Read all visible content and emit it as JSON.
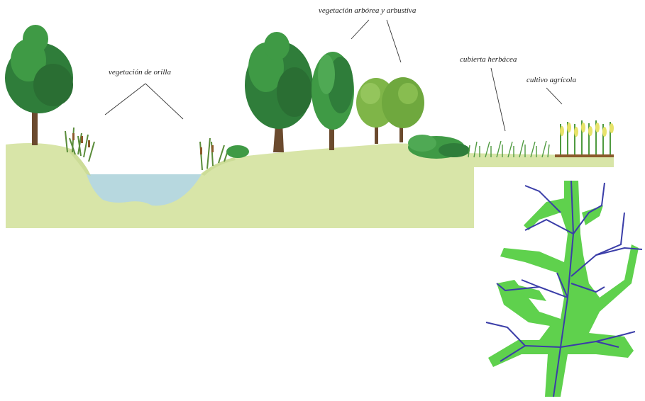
{
  "labels": {
    "shore_vegetation": "vegetación de orilla",
    "tree_shrub_vegetation": "vegetación arbórea y arbustiva",
    "herbaceous_cover": "cubierta herbácea",
    "agricultural_crop": "cultivo agrícola"
  },
  "colors": {
    "ground": "#d8e5a8",
    "water": "#b7d8df",
    "foliage_dark": "#2f7d3a",
    "foliage_mid": "#3f9a45",
    "shrub_light": "#7fb548",
    "trunk": "#6b4a2e",
    "buffer_green": "#5fd14d",
    "stream_blue": "#3a3da8",
    "crop_yellow": "#e7e36a"
  },
  "icons": {
    "tree": "tree-icon",
    "reeds": "reed-icon",
    "corn": "corn-plant-icon"
  }
}
